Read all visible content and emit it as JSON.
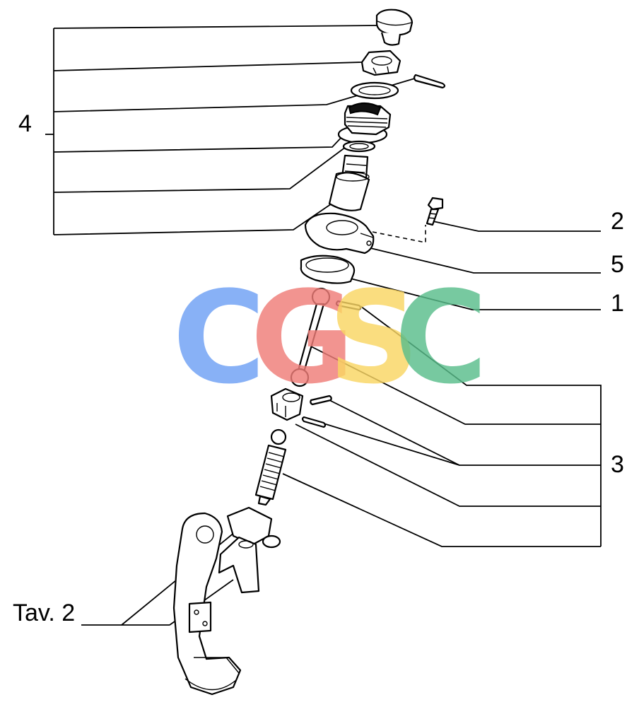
{
  "callouts": {
    "label_4": "4",
    "label_2": "2",
    "label_5": "5",
    "label_1": "1",
    "label_3": "3",
    "label_tav": "Tav. 2"
  },
  "watermark": {
    "letters": [
      "C",
      "G",
      "S",
      "C"
    ],
    "colors": [
      "#6ea0f5",
      "#f07d78",
      "#fad664",
      "#5abe8c"
    ]
  }
}
